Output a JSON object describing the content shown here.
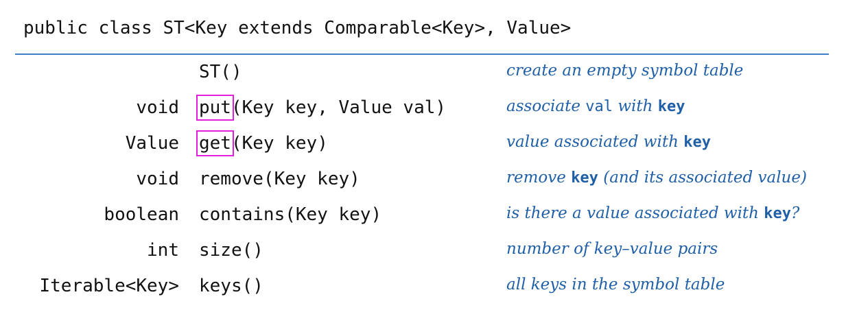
{
  "header": {
    "declaration": "public class ST<Key extends Comparable<Key>, Value>"
  },
  "rows": [
    {
      "return_type": "",
      "signature": "ST()",
      "description": "create an empty symbol table"
    },
    {
      "return_type": "void",
      "method_name": "put",
      "params": "(Key key, Value val)",
      "desc_pre": "associate ",
      "desc_code1": "val",
      "desc_mid": " with ",
      "desc_code2": "key"
    },
    {
      "return_type": "Value",
      "method_name": "get",
      "params": "(Key key)",
      "desc_pre": "value associated with ",
      "desc_code": "key"
    },
    {
      "return_type": "void",
      "signature": "remove(Key key)",
      "desc_pre": "remove ",
      "desc_code": "key",
      "desc_post": " (and its associated value)"
    },
    {
      "return_type": "boolean",
      "signature": "contains(Key key)",
      "desc_pre": "is there a value associated with ",
      "desc_code": "key",
      "desc_post": "?"
    },
    {
      "return_type": "int",
      "signature": "size()",
      "description": "number of key–value pairs"
    },
    {
      "return_type": "Iterable<Key>",
      "signature": "keys()",
      "description": "all keys in the symbol table"
    }
  ],
  "colors": {
    "rule": "#3d82c4",
    "description": "#1f5fa8",
    "highlight": "#e020d8",
    "text": "#111111"
  }
}
